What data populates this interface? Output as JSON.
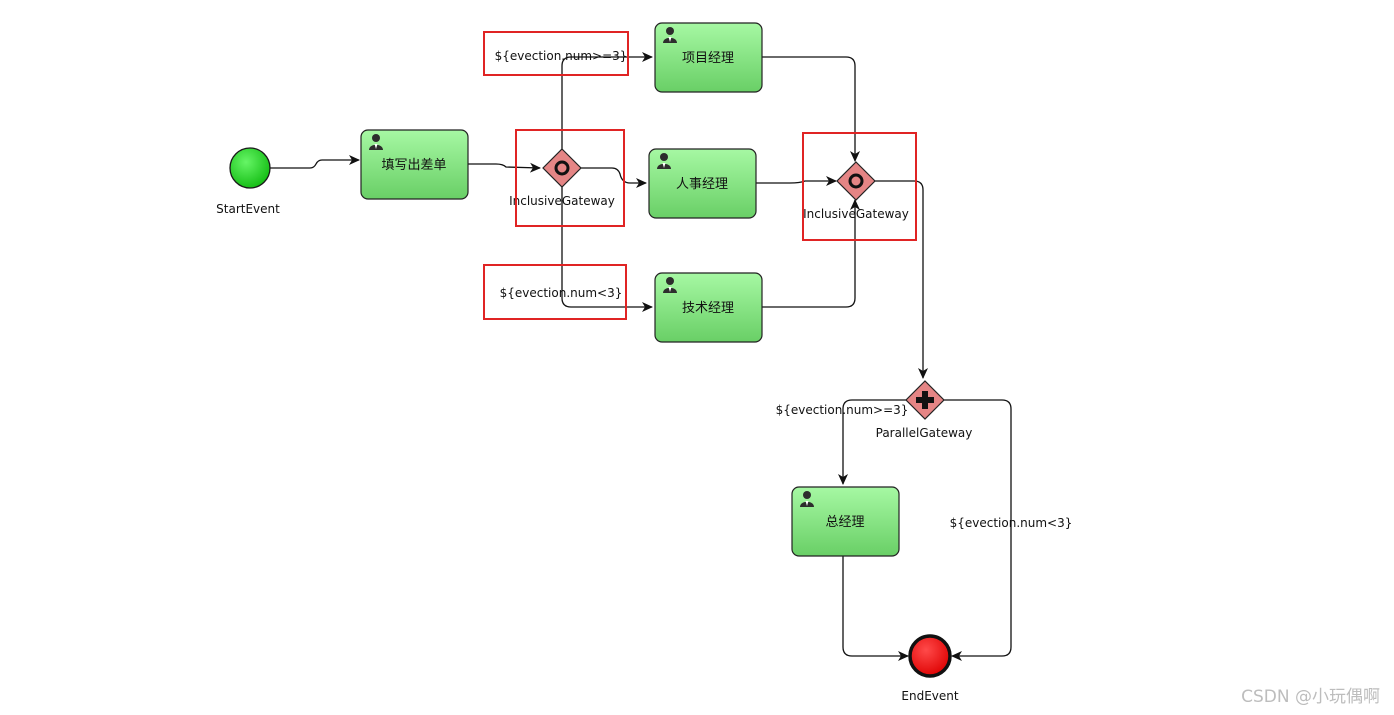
{
  "events": {
    "start": "StartEvent",
    "end": "EndEvent"
  },
  "tasks": {
    "fill": "填写出差单",
    "project": "项目经理",
    "hr": "人事经理",
    "tech": "技术经理",
    "general": "总经理"
  },
  "gateways": {
    "incl1": "InclusiveGateway",
    "incl2": "InclusiveGateway",
    "parallel": "ParallelGateway"
  },
  "conditions": {
    "top_ge3": "${evection.num>=3}",
    "bottom_lt3": "${evection.num<3}",
    "par_ge3": "${evection.num>=3}",
    "par_lt3": "${evection.num<3}"
  },
  "colors": {
    "task_fill_top": "#9cf59a",
    "task_fill_bottom": "#6fd46b",
    "gateway_fill": "#e58585",
    "start_fill": "#22d622",
    "end_fill": "#ee1111",
    "highlight_box": "#e02424"
  },
  "watermark": "CSDN @小玩偶啊"
}
